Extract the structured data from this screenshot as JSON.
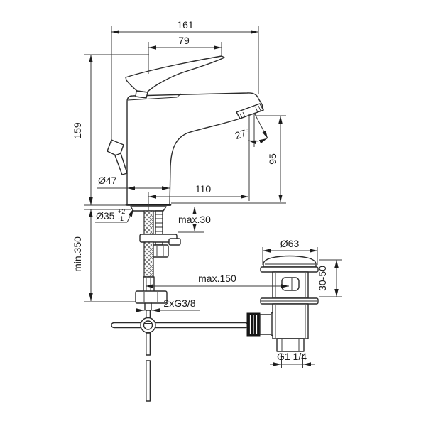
{
  "drawing": {
    "type": "technical-dimension-drawing",
    "subject": "single-lever basin mixer with pop-up waste",
    "dimensions": {
      "total_projection": "161",
      "handle_projection": "79",
      "height": "159",
      "min_clearance": "min.350",
      "body_diameter": "Ø47",
      "hole_diameter": "Ø35",
      "hole_tolerance_plus": "+2",
      "hole_tolerance_minus": "-1",
      "spout_reach": "110",
      "max_deck_thickness": "max.30",
      "spout_angle": "27°",
      "spout_height": "95",
      "max_rod_length": "max.150",
      "supply_thread": "2xG3/8",
      "waste_flange_diameter": "Ø63",
      "waste_height_range": "30-50",
      "waste_thread": "G1 1/4"
    }
  }
}
